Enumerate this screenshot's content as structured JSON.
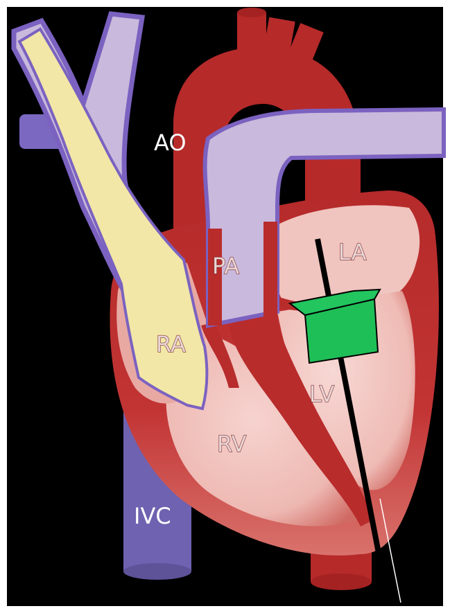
{
  "diagram": {
    "labels": {
      "ao": "AO",
      "pa": "PA",
      "la": "LA",
      "ra": "RA",
      "lv": "LV",
      "rv": "RV",
      "ivc": "IVC"
    },
    "colors": {
      "background": "#000000",
      "frame": "#ffffff",
      "aorta": "#b62a2a",
      "heart_muscle": "#b82c2c",
      "chamber_fill": "#f0c2bd",
      "vein": "#7b6abf",
      "pulmonary_artery": "#c9b9dc",
      "catheter_sheath": "#f2e7a6",
      "device": "#22c55e",
      "probe": "#000000"
    }
  }
}
